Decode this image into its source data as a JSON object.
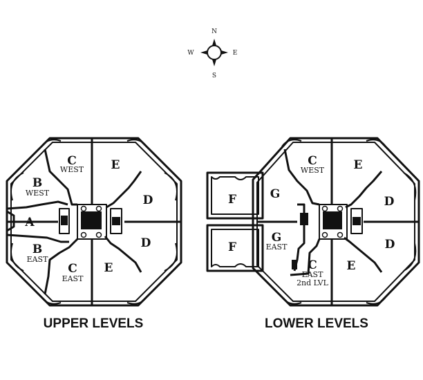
{
  "compass": {
    "north": "N",
    "south": "S",
    "east": "E",
    "west": "W"
  },
  "upper": {
    "caption": "UPPER LEVELS",
    "rooms": {
      "c_west": {
        "letter": "C",
        "sub": "WEST"
      },
      "e_top": {
        "letter": "E"
      },
      "b_west": {
        "letter": "B",
        "sub": "WEST"
      },
      "d_top": {
        "letter": "D"
      },
      "a": {
        "letter": "A"
      },
      "d_bottom": {
        "letter": "D"
      },
      "b_east": {
        "letter": "B",
        "sub": "EAST"
      },
      "c_east": {
        "letter": "C",
        "sub": "EAST"
      },
      "e_bottom": {
        "letter": "E"
      }
    }
  },
  "lower": {
    "caption": "LOWER LEVELS",
    "rooms": {
      "c_west": {
        "letter": "C",
        "sub": "WEST"
      },
      "e_top": {
        "letter": "E"
      },
      "f_top": {
        "letter": "F"
      },
      "g_top": {
        "letter": "G"
      },
      "d_top": {
        "letter": "D"
      },
      "f_bottom": {
        "letter": "F"
      },
      "g_east": {
        "letter": "G",
        "sub": "EAST"
      },
      "d_bottom": {
        "letter": "D"
      },
      "c_east": {
        "letter": "C",
        "sub": "EAST",
        "sub2": "2nd LVL"
      },
      "e_bottom": {
        "letter": "E"
      }
    }
  }
}
